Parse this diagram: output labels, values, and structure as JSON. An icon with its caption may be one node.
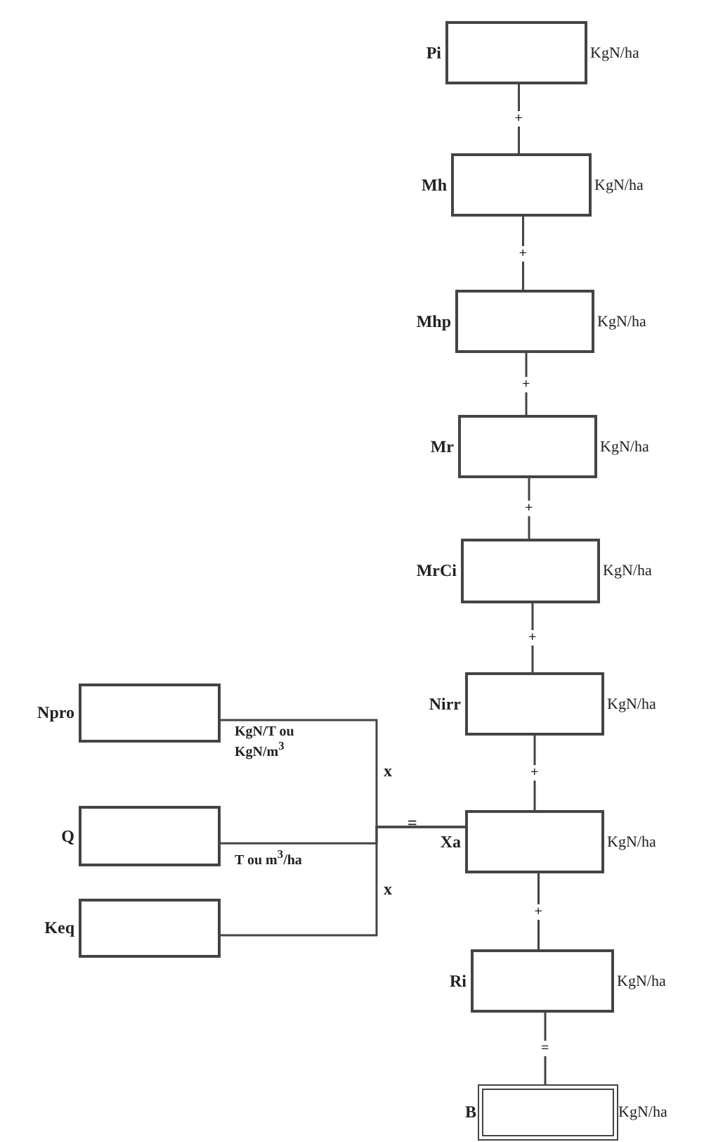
{
  "diagram": {
    "nodes": [
      {
        "text": [
          "Pi"
        ],
        "beside": [
          "KgN/ha"
        ]
      },
      {
        "text": [
          "Mh"
        ],
        "beside": [
          "KgN/ha"
        ]
      },
      {
        "text": [
          "Mhp"
        ],
        "beside": [
          "KgN/ha"
        ]
      },
      {
        "text": [
          "Mr"
        ],
        "beside": [
          "KgN/ha"
        ]
      },
      {
        "text": [
          "MrCi"
        ],
        "beside": [
          "KgN/ha"
        ]
      },
      {
        "text": [
          "Nirr"
        ],
        "beside": [
          "KgN/ha"
        ]
      },
      {
        "text": [
          "Npro"
        ]
      },
      {
        "text": [
          "Q"
        ]
      },
      {
        "text": [
          "Xa"
        ],
        "beside": [
          "KgN/ha"
        ]
      },
      {
        "text": [
          "Keq"
        ]
      },
      {
        "text": [
          "Ri"
        ],
        "beside": [
          "KgN/ha"
        ]
      },
      {
        "text": [
          "B"
        ],
        "beside": [
          "KgN/ha"
        ]
      }
    ],
    "edges": [
      {
        "from": 0,
        "to": 1,
        "arrow": "none",
        "label": "+"
      },
      {
        "from": 1,
        "to": 2,
        "arrow": "none",
        "label": "+"
      },
      {
        "from": 2,
        "to": 3,
        "arrow": "none",
        "label": "+"
      },
      {
        "from": 3,
        "to": 4,
        "arrow": "none",
        "label": "+"
      },
      {
        "from": 4,
        "to": 5,
        "arrow": "none",
        "label": "+"
      },
      {
        "from": 5,
        "to": 8,
        "arrow": "none",
        "label": "+"
      },
      {
        "from": 8,
        "to": 10,
        "arrow": "none",
        "label": "+"
      },
      {
        "from": 10,
        "to": 11,
        "arrow": "none",
        "label": "="
      },
      {
        "from": 6,
        "to": 8,
        "arrow": "none",
        "label": "KgN/T ou KgN/m$^{3}$"
      },
      {
        "from": 7,
        "to": 8,
        "arrow": "none",
        "label": "T ou m$^{3}$/ha"
      },
      {
        "from": 9,
        "to": 8,
        "arrow": "none"
      }
    ],
    "labels": [
      "x",
      "=",
      "x"
    ]
  }
}
